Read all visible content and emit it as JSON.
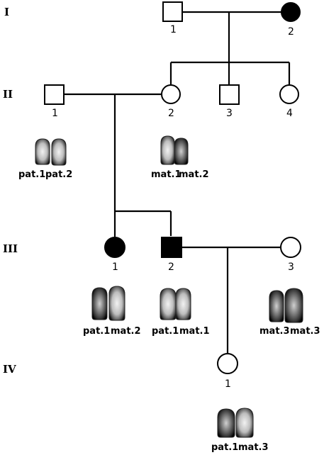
{
  "generations": [
    "I",
    "II",
    "III",
    "IV"
  ],
  "individuals": [
    {
      "id": "I-1",
      "number": "1",
      "sex": "male",
      "affected": false
    },
    {
      "id": "I-2",
      "number": "2",
      "sex": "female",
      "affected": true
    },
    {
      "id": "II-1",
      "number": "1",
      "sex": "male",
      "affected": false
    },
    {
      "id": "II-2",
      "number": "2",
      "sex": "female",
      "affected": false
    },
    {
      "id": "II-3",
      "number": "3",
      "sex": "male",
      "affected": false
    },
    {
      "id": "II-4",
      "number": "4",
      "sex": "female",
      "affected": false
    },
    {
      "id": "III-1",
      "number": "1",
      "sex": "female",
      "affected": true
    },
    {
      "id": "III-2",
      "number": "2",
      "sex": "male",
      "affected": true
    },
    {
      "id": "III-3",
      "number": "3",
      "sex": "female",
      "affected": false
    },
    {
      "id": "IV-1",
      "number": "1",
      "sex": "female",
      "affected": false
    }
  ],
  "chromosome_labels": {
    "II-1": [
      "pat.1",
      "pat.2"
    ],
    "II-2": [
      "mat.1",
      "mat.2"
    ],
    "III-1": [
      "pat.1",
      "mat.2"
    ],
    "III-2": [
      "pat.1",
      "mat.1"
    ],
    "III-3": [
      "mat.3",
      "mat.3"
    ],
    "IV-1": [
      "pat.1",
      "mat.3"
    ]
  },
  "colors": {
    "affected": "#000000",
    "unaffected": "#ffffff",
    "line": "#000000"
  }
}
